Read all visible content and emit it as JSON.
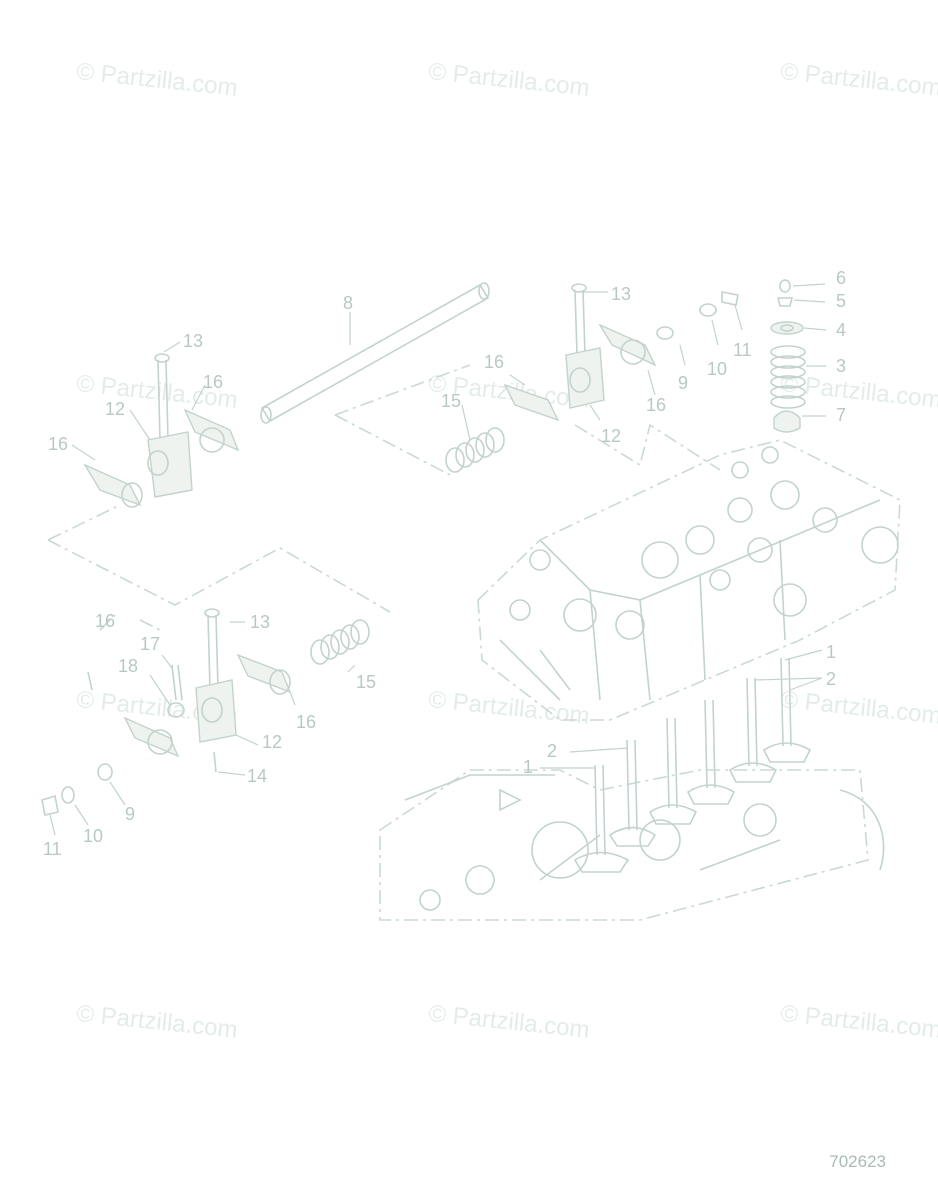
{
  "watermark": "© Partzilla.com",
  "diagram_number": "702623",
  "callouts": {
    "c1a": "1",
    "c1b": "1",
    "c2a": "2",
    "c2b": "2",
    "c3": "3",
    "c4": "4",
    "c5": "5",
    "c6": "6",
    "c7": "7",
    "c8": "8",
    "c9a": "9",
    "c9b": "9",
    "c10a": "10",
    "c10b": "10",
    "c11a": "11",
    "c11b": "11",
    "c12a": "12",
    "c12b": "12",
    "c12c": "12",
    "c13a": "13",
    "c13b": "13",
    "c13c": "13",
    "c14": "14",
    "c15a": "15",
    "c15b": "15",
    "c16a": "16",
    "c16b": "16",
    "c16c": "16",
    "c16d": "16",
    "c16e": "16",
    "c16f": "16",
    "c17": "17",
    "c18": "18"
  },
  "colors": {
    "linework": "#c3d3cc",
    "watermark": "#e3ece8",
    "callout": "#b9c9c2"
  }
}
